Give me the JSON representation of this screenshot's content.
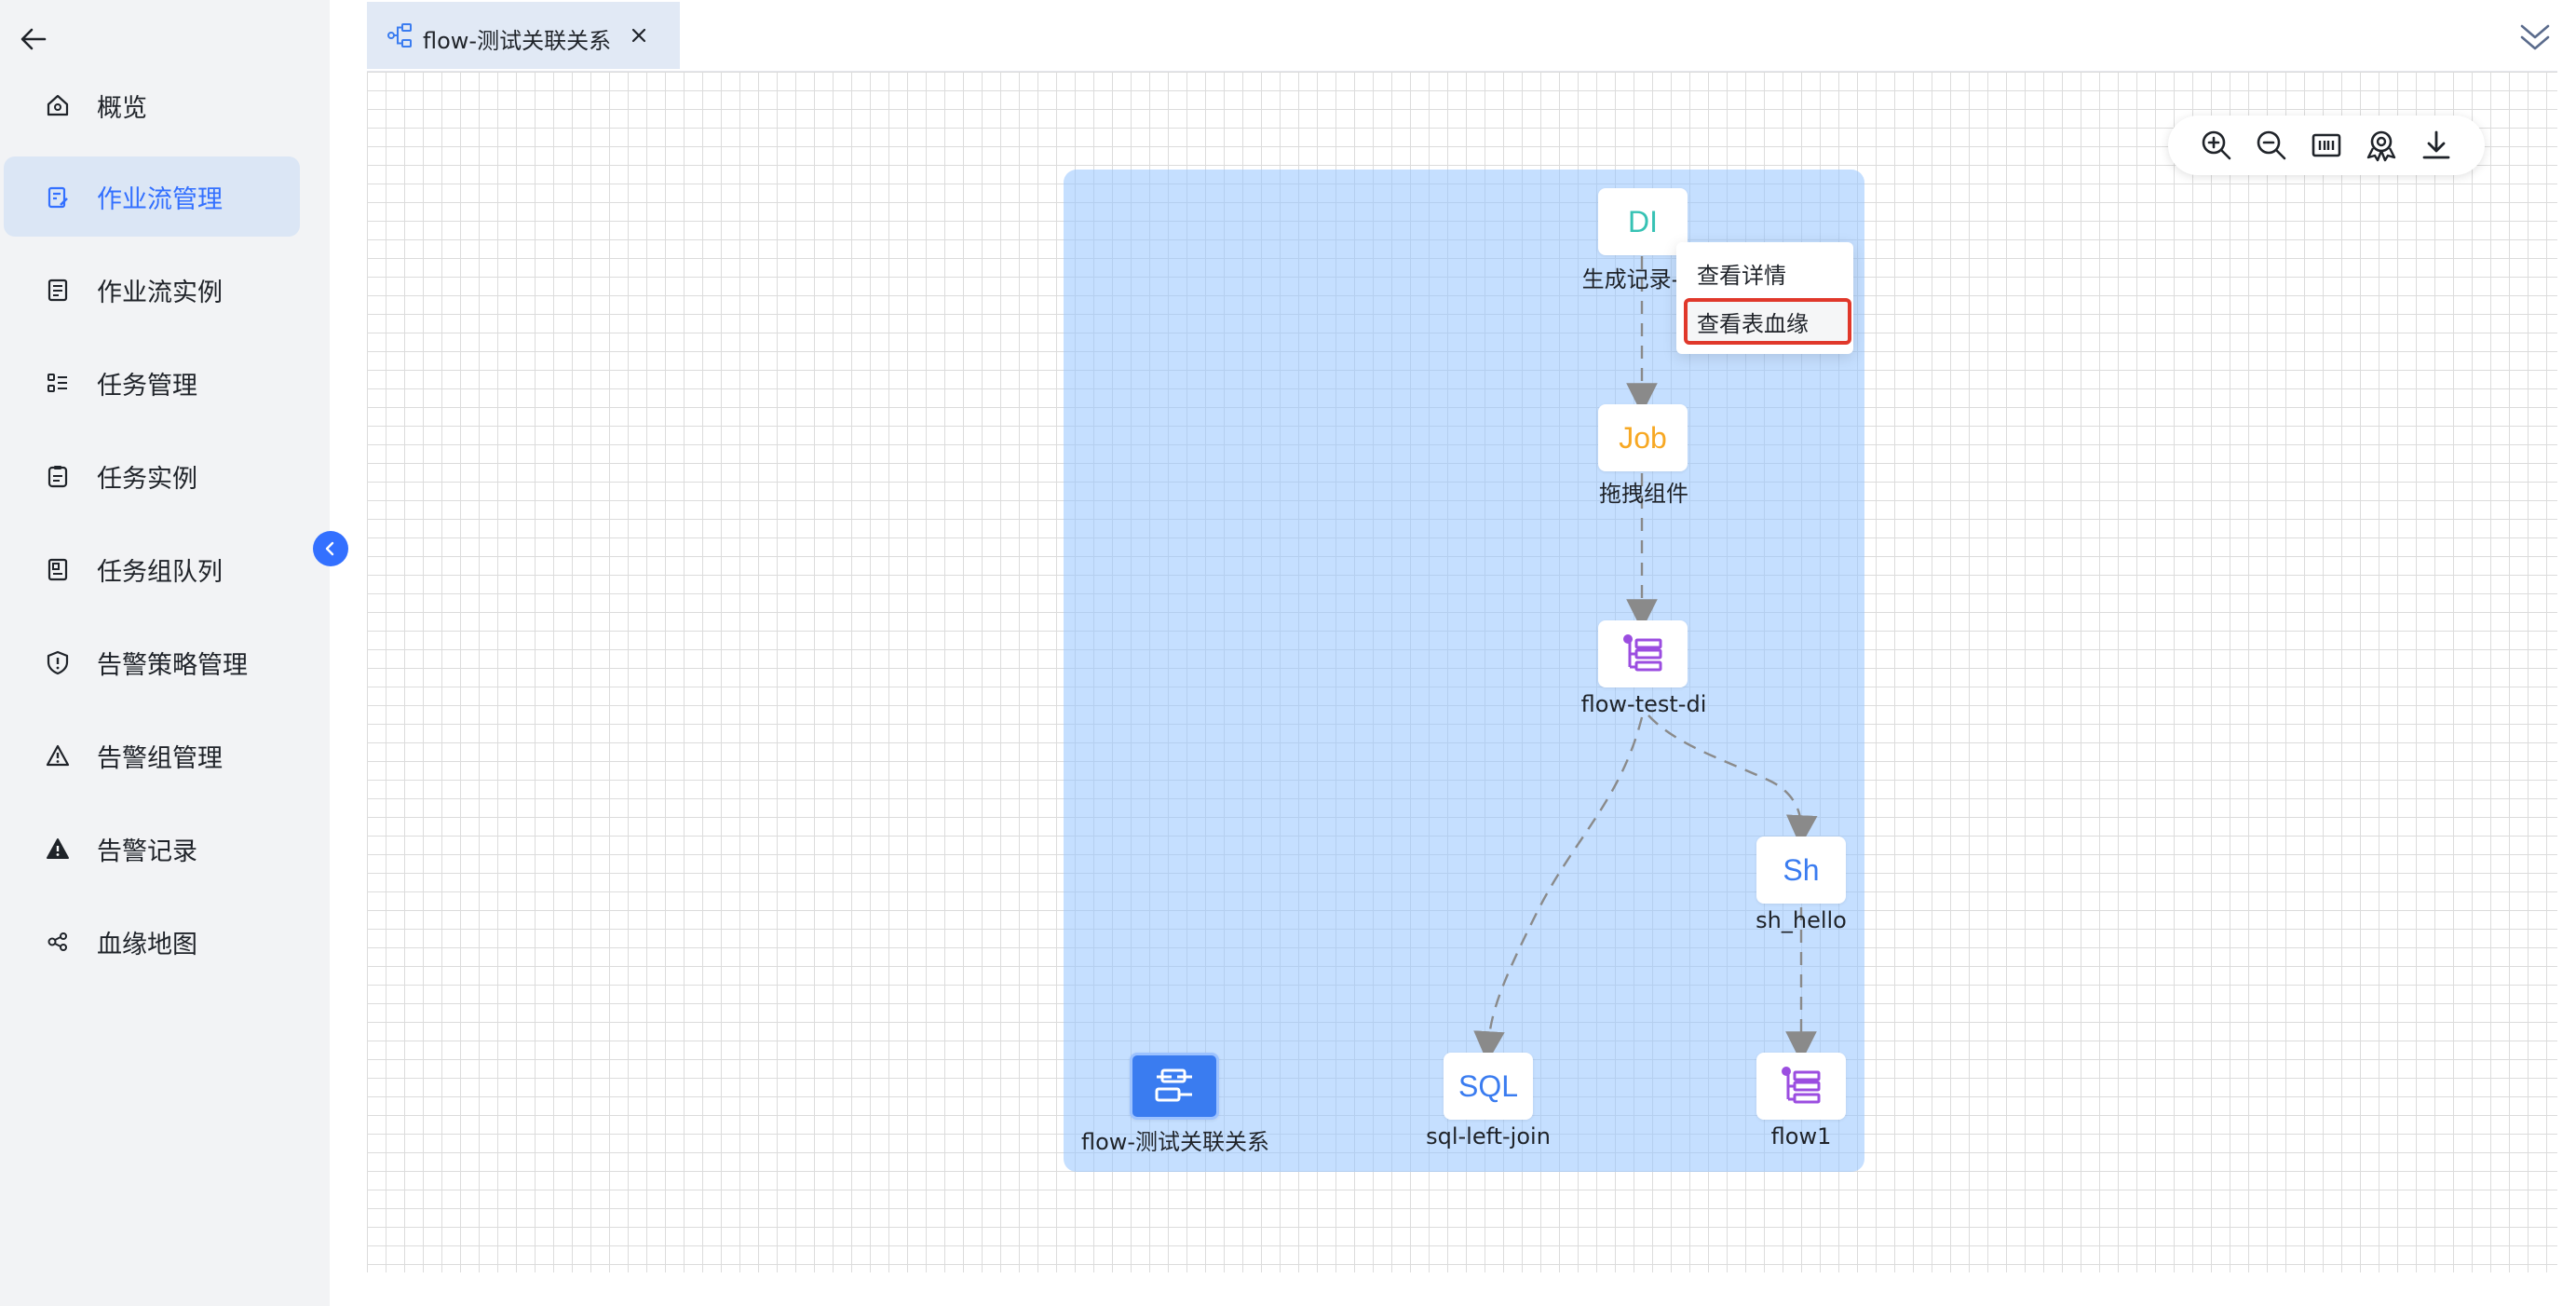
{
  "sidebar": {
    "items": [
      {
        "label": "概览",
        "icon": "home-icon"
      },
      {
        "label": "作业流管理",
        "icon": "clipboard-edit-icon",
        "active": true
      },
      {
        "label": "作业流实例",
        "icon": "document-list-icon"
      },
      {
        "label": "任务管理",
        "icon": "task-list-icon"
      },
      {
        "label": "任务实例",
        "icon": "clipboard-icon"
      },
      {
        "label": "任务组队列",
        "icon": "queue-icon"
      },
      {
        "label": "告警策略管理",
        "icon": "shield-alert-icon"
      },
      {
        "label": "告警组管理",
        "icon": "warning-outline-icon"
      },
      {
        "label": "告警记录",
        "icon": "warning-filled-icon"
      },
      {
        "label": "血缘地图",
        "icon": "lineage-icon"
      }
    ],
    "accent": "#3370ff"
  },
  "tab": {
    "label": "flow-测试关联关系",
    "icon": "flow-tree-icon"
  },
  "toolbar": [
    "zoom-in-icon",
    "zoom-out-icon",
    "fit-view-icon",
    "locate-icon",
    "download-icon"
  ],
  "nodes": {
    "di": {
      "text": "DI",
      "label": "生成记录-传",
      "color": "#36c2b4"
    },
    "job": {
      "text": "Job",
      "label": "拖拽组件",
      "color": "#f7a823"
    },
    "flow_test_di": {
      "label": "flow-test-di",
      "icon": "subflow-icon",
      "color": "#9b4de0"
    },
    "sh": {
      "text": "Sh",
      "label": "sh_hello",
      "color": "#3a7cf0"
    },
    "flow_root": {
      "label": "flow-测试关联关系",
      "icon": "flow-icon"
    },
    "sql": {
      "text": "SQL",
      "label": "sql-left-join",
      "color": "#3a7cf0"
    },
    "flow1": {
      "label": "flow1",
      "icon": "subflow-icon",
      "color": "#9b4de0"
    }
  },
  "context_menu": {
    "items": [
      "查看详情",
      "查看表血缘"
    ],
    "highlight_color": "#e0382b"
  }
}
